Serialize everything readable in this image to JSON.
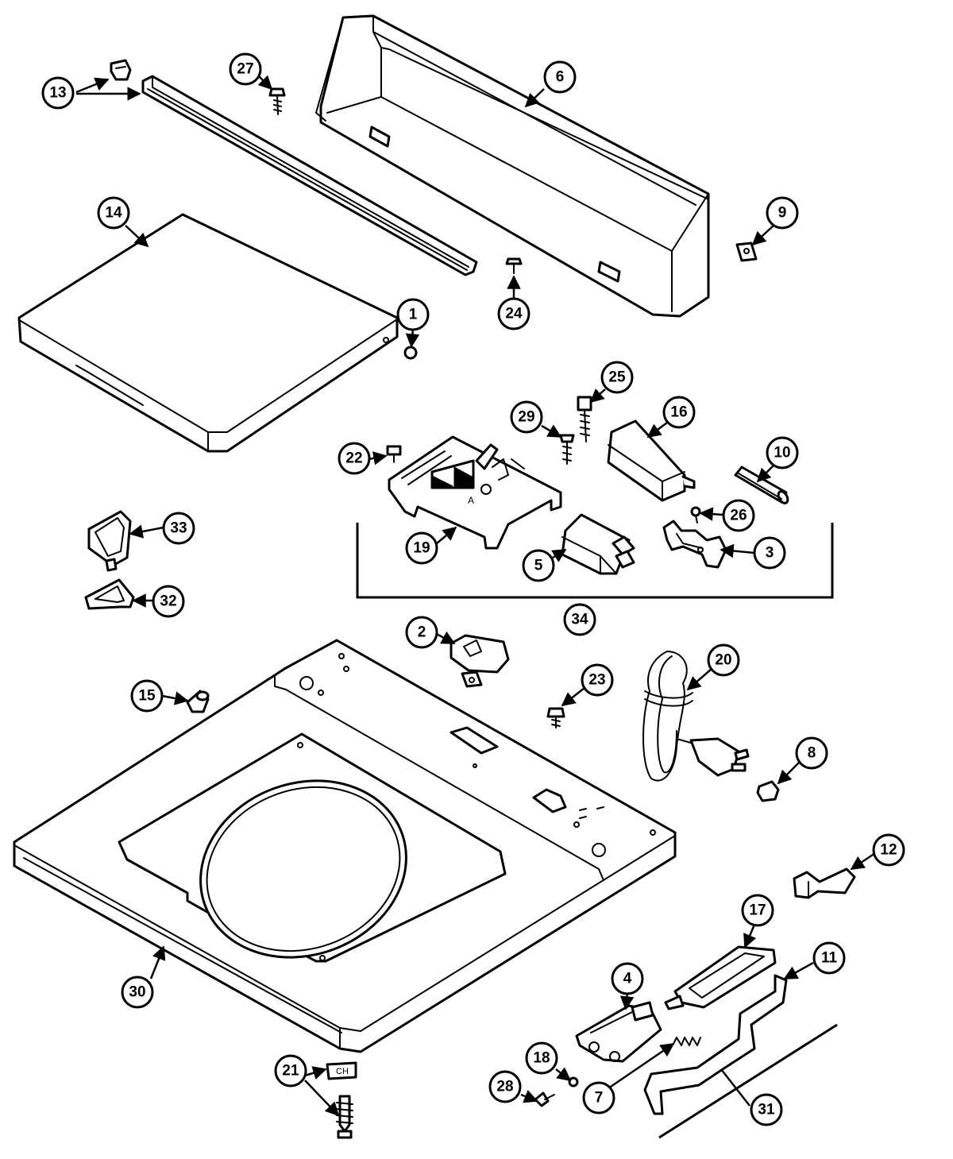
{
  "colors": {
    "line": "#000000",
    "background": "#ffffff"
  },
  "callouts": {
    "c1": "1",
    "c2": "2",
    "c3": "3",
    "c4": "4",
    "c5": "5",
    "c6": "6",
    "c7": "7",
    "c8": "8",
    "c9": "9",
    "c10": "10",
    "c11": "11",
    "c12": "12",
    "c13": "13",
    "c14": "14",
    "c15": "15",
    "c16": "16",
    "c17": "17",
    "c18": "18",
    "c19": "19",
    "c20": "20",
    "c21": "21",
    "c22": "22",
    "c23": "23",
    "c24": "24",
    "c25": "25",
    "c26": "26",
    "c27": "27",
    "c28": "28",
    "c29": "29",
    "c30": "30",
    "c31": "31",
    "c32": "32",
    "c33": "33",
    "c34": "34"
  },
  "part_markings": {
    "bracket_letter": "A",
    "clip_marking": "CH"
  }
}
